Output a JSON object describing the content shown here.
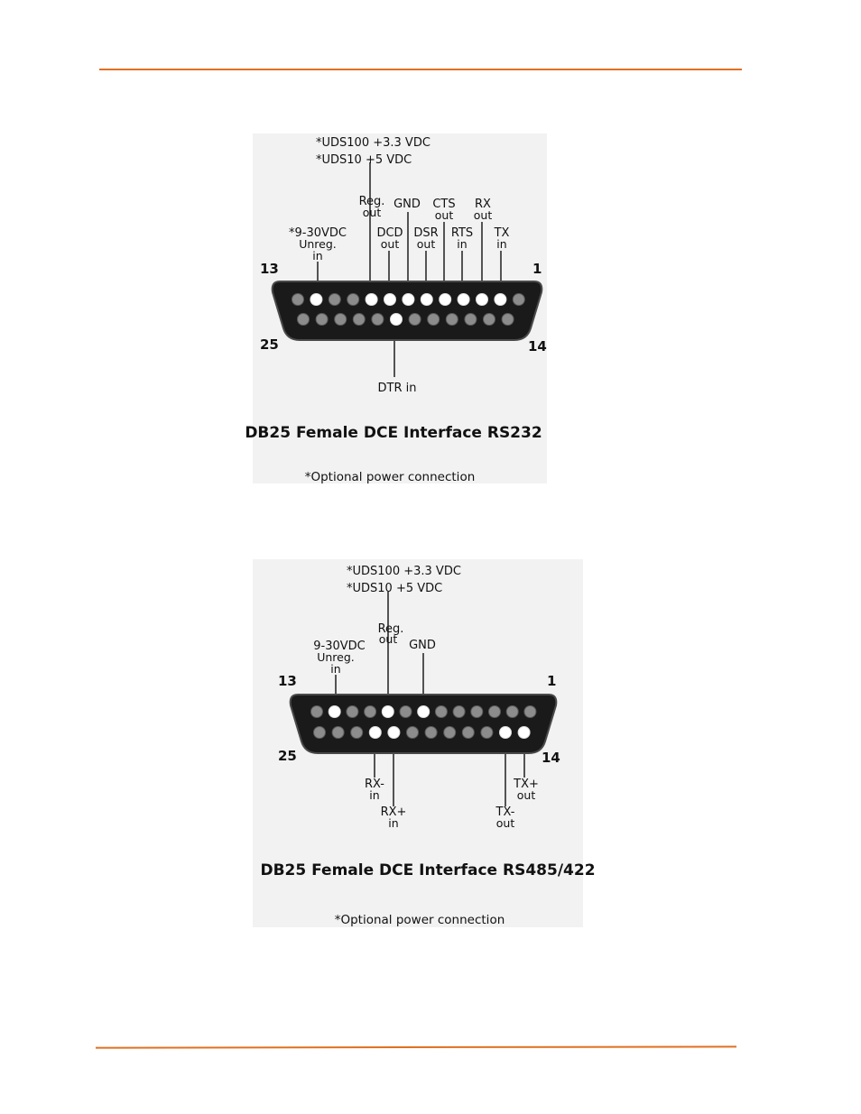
{
  "colors": {
    "rule": "#e07020",
    "shell": "#1a1a1a",
    "pin_active": "#ffffff",
    "pin_idle": "#8c8c8c"
  },
  "d1": {
    "pwr1": "*UDS100 +3.3 VDC",
    "pwr2": "*UDS10 +5 VDC",
    "reg": "Reg.",
    "reg_out": "out",
    "gnd": "GND",
    "cts": "CTS",
    "cts_out": "out",
    "rx": "RX",
    "rx_out": "out",
    "vin": "*9-30VDC",
    "vin2": "Unreg.",
    "vin3": "in",
    "dcd": "DCD",
    "dcd_out": "out",
    "dsr": "DSR",
    "dsr_out": "out",
    "rts": "RTS",
    "rts_in": "in",
    "tx": "TX",
    "tx_in": "in",
    "pin13": "13",
    "pin1": "1",
    "pin25": "25",
    "pin14": "14",
    "dtr": "DTR in",
    "caption": "DB25 Female DCE Interface RS232",
    "note": "*Optional power connection"
  },
  "d2": {
    "pwr1": "*UDS100 +3.3 VDC",
    "pwr2": "*UDS10 +5 VDC",
    "reg": "Reg.",
    "reg_out": "out",
    "gnd": "GND",
    "vin": "9-30VDC",
    "vin2": "Unreg.",
    "vin3": "in",
    "pin13": "13",
    "pin1": "1",
    "pin25": "25",
    "pin14": "14",
    "rxm": "RX-",
    "rxm_in": "in",
    "rxp": "RX+",
    "rxp_in": "in",
    "txm": "TX-",
    "txm_out": "out",
    "txp": "TX+",
    "txp_out": "out",
    "caption": "DB25 Female DCE Interface RS485/422",
    "note": "*Optional power connection"
  }
}
